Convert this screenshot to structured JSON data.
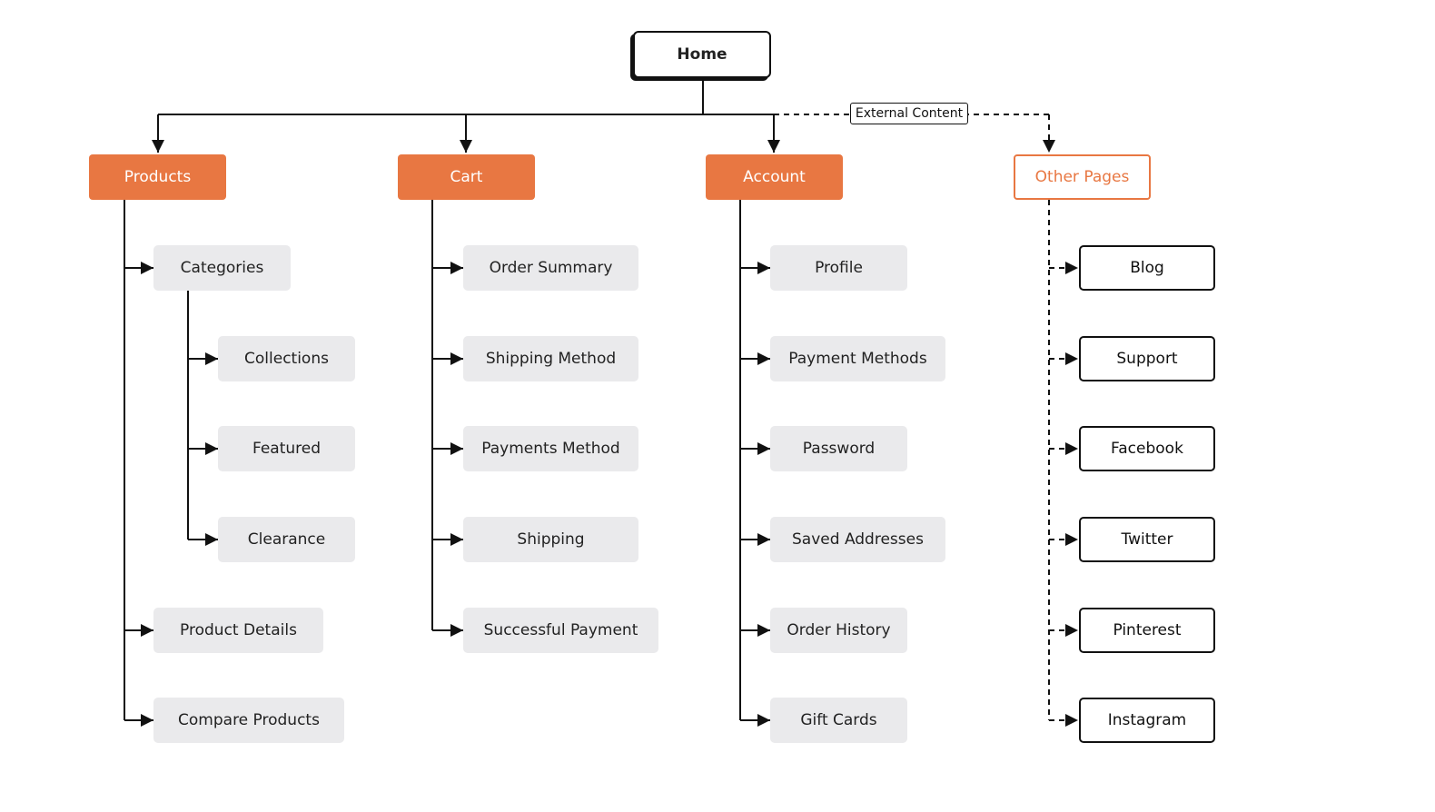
{
  "root": {
    "label": "Home"
  },
  "external_label": "External Content",
  "categories": [
    {
      "label": "Products",
      "children": [
        "Categories",
        "Collections",
        "Featured",
        "Clearance",
        "Product Details",
        "Compare Products"
      ]
    },
    {
      "label": "Cart",
      "children": [
        "Order Summary",
        "Shipping Method",
        "Payments Method",
        "Shipping",
        "Successful Payment"
      ]
    },
    {
      "label": "Account",
      "children": [
        "Profile",
        "Payment Methods",
        "Password",
        "Saved Addresses",
        "Order History",
        "Gift Cards"
      ]
    },
    {
      "label": "Other Pages",
      "children": [
        "Blog",
        "Support",
        "Facebook",
        "Twitter",
        "Pinterest",
        "Instagram"
      ]
    }
  ],
  "colors": {
    "accent": "#e87742",
    "leaf_fill": "#eaeaec",
    "line": "#111111"
  }
}
